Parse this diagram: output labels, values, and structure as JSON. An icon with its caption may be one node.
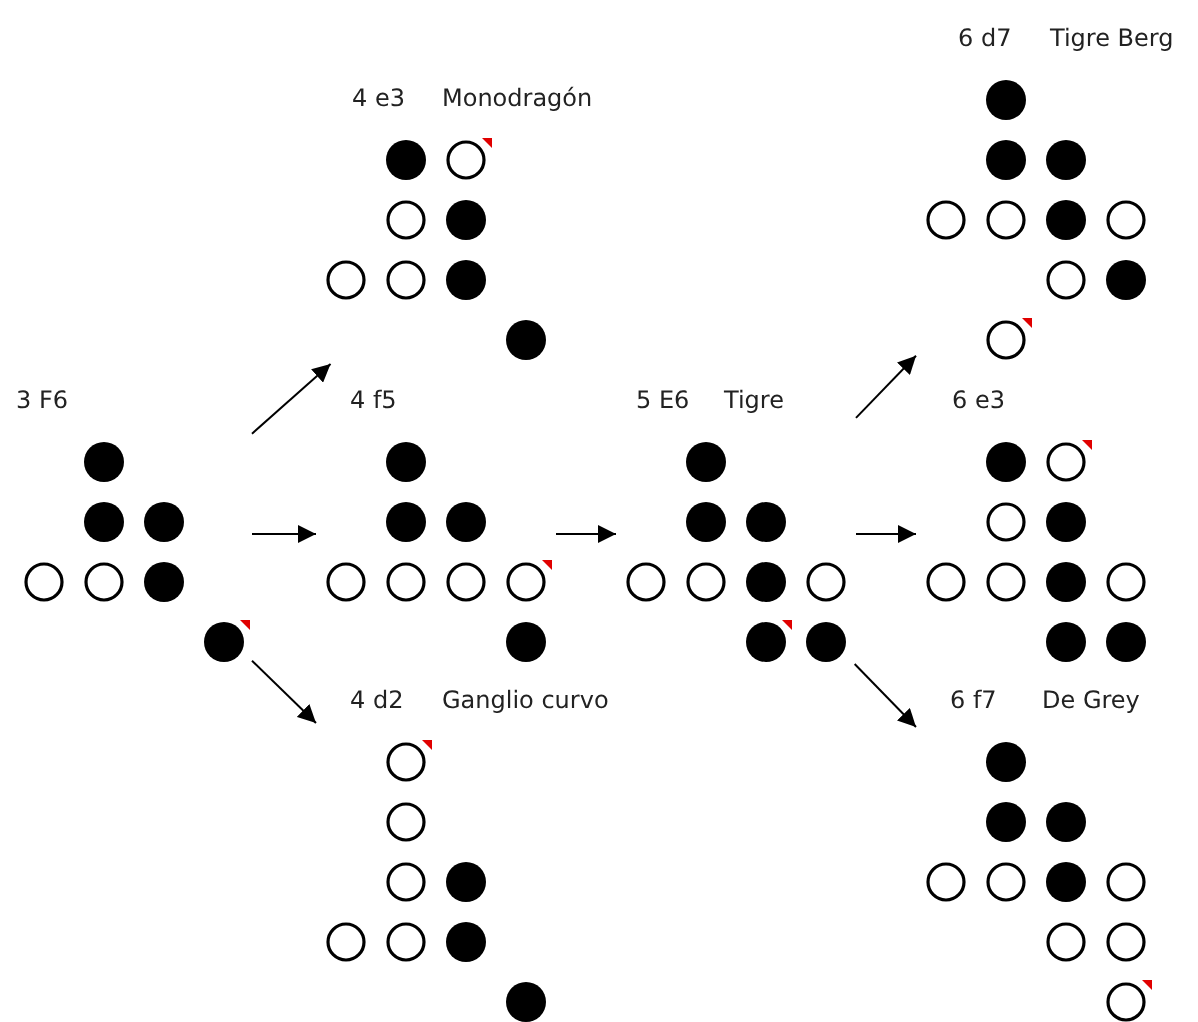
{
  "diagram": {
    "nodes": [
      {
        "text": [
          "3 F6"
        ]
      },
      {
        "text": [
          "4 e3",
          "Monodragón"
        ]
      },
      {
        "text": [
          "4 f5"
        ]
      },
      {
        "text": [
          "4 d2",
          "Ganglio curvo"
        ]
      },
      {
        "text": [
          "5 E6",
          "Tigre"
        ]
      },
      {
        "text": [
          "6 d7",
          "Tigre Berg"
        ]
      },
      {
        "text": [
          "6 e3"
        ]
      },
      {
        "text": [
          "6 f7",
          "De Grey"
        ]
      }
    ],
    "edges": [
      {
        "from": 0,
        "to": 1,
        "arrow": "to"
      },
      {
        "from": 0,
        "to": 2,
        "arrow": "to"
      },
      {
        "from": 0,
        "to": 3,
        "arrow": "to"
      },
      {
        "from": 2,
        "to": 4,
        "arrow": "to"
      },
      {
        "from": 4,
        "to": 5,
        "arrow": "to"
      },
      {
        "from": 4,
        "to": 6,
        "arrow": "to"
      },
      {
        "from": 4,
        "to": 7,
        "arrow": "to"
      }
    ]
  }
}
